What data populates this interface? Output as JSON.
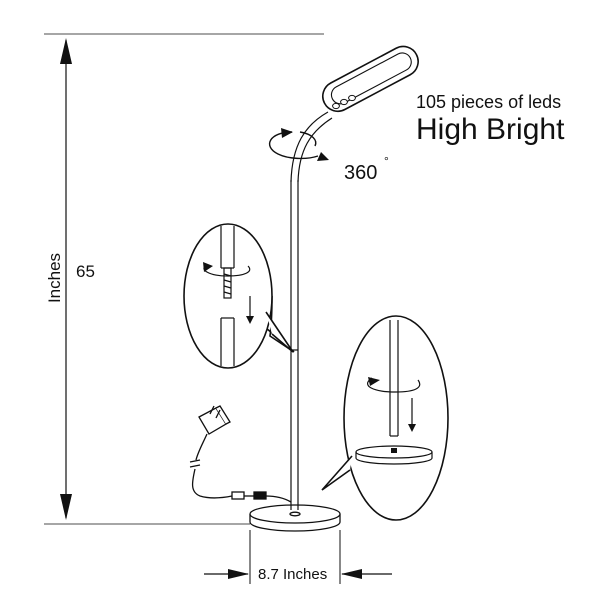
{
  "labels": {
    "led_count": "105 pieces of leds",
    "brightness": "High Bright",
    "rotation_value": "360",
    "rotation_unit": "°",
    "height_value": "65",
    "height_unit": "Inches",
    "base_width": "8.7 Inches"
  },
  "colors": {
    "line": "#111111",
    "background": "#ffffff"
  }
}
